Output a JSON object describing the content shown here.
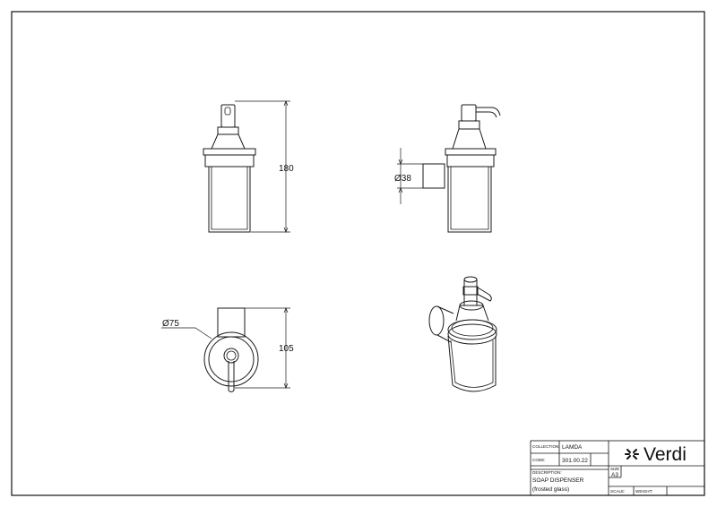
{
  "drawing": {
    "dimensions": {
      "height_total": "180",
      "wall_mount_diameter": "Ø38",
      "base_diameter": "Ø75",
      "projection": "105"
    }
  },
  "title_block": {
    "collection_caption": "COLLECTION:",
    "collection_value": "LAMDA",
    "code_caption": "CODE:",
    "code_value": "301.00.22",
    "description_caption": "DESCRIPTION:",
    "description_line1": "SOAP DISPENSER",
    "description_line2": "(frosted glass)",
    "size_caption": "SIZE",
    "size_value": "A3",
    "scale_caption": "SCALE:",
    "weight_caption": "WEIGHT:",
    "brand_name": "Verdi",
    "brand_icon": "asterisk-star-icon"
  }
}
